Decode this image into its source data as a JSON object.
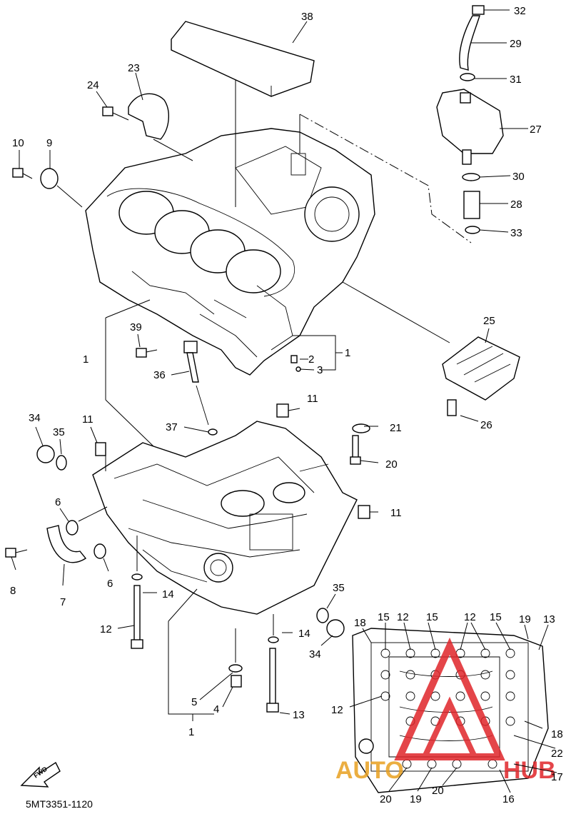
{
  "diagram": {
    "drawing_code": "5MT3351-1120",
    "fwd_label": "FWD",
    "watermark": {
      "text_left": "AUTO",
      "text_right": "HUB",
      "color": "#e0252a"
    },
    "callouts": [
      {
        "id": "c1",
        "text": "32"
      },
      {
        "id": "c2",
        "text": "29"
      },
      {
        "id": "c3",
        "text": "31"
      },
      {
        "id": "c4",
        "text": "27"
      },
      {
        "id": "c5",
        "text": "30"
      },
      {
        "id": "c6",
        "text": "28"
      },
      {
        "id": "c7",
        "text": "33"
      },
      {
        "id": "c8",
        "text": "38"
      },
      {
        "id": "c9",
        "text": "23"
      },
      {
        "id": "c10",
        "text": "24"
      },
      {
        "id": "c11",
        "text": "10"
      },
      {
        "id": "c12",
        "text": "9"
      },
      {
        "id": "c13",
        "text": "25"
      },
      {
        "id": "c14",
        "text": "26"
      },
      {
        "id": "c15",
        "text": "39"
      },
      {
        "id": "c16",
        "text": "36"
      },
      {
        "id": "c17",
        "text": "2"
      },
      {
        "id": "c18",
        "text": "3"
      },
      {
        "id": "c19",
        "text": "1"
      },
      {
        "id": "c20",
        "text": "1"
      },
      {
        "id": "c21",
        "text": "37"
      },
      {
        "id": "c22",
        "text": "11"
      },
      {
        "id": "c23",
        "text": "11"
      },
      {
        "id": "c24",
        "text": "21"
      },
      {
        "id": "c25",
        "text": "20"
      },
      {
        "id": "c26",
        "text": "11"
      },
      {
        "id": "c27",
        "text": "34"
      },
      {
        "id": "c28",
        "text": "35"
      },
      {
        "id": "c29",
        "text": "6"
      },
      {
        "id": "c30",
        "text": "8"
      },
      {
        "id": "c31",
        "text": "7"
      },
      {
        "id": "c32",
        "text": "6"
      },
      {
        "id": "c33",
        "text": "14"
      },
      {
        "id": "c34",
        "text": "12"
      },
      {
        "id": "c35",
        "text": "35"
      },
      {
        "id": "c36",
        "text": "34"
      },
      {
        "id": "c37",
        "text": "14"
      },
      {
        "id": "c38",
        "text": "5"
      },
      {
        "id": "c39",
        "text": "4"
      },
      {
        "id": "c40",
        "text": "13"
      },
      {
        "id": "c41",
        "text": "1"
      },
      {
        "id": "d1",
        "text": "18"
      },
      {
        "id": "d2",
        "text": "15"
      },
      {
        "id": "d3",
        "text": "12"
      },
      {
        "id": "d4",
        "text": "15"
      },
      {
        "id": "d5",
        "text": "12"
      },
      {
        "id": "d6",
        "text": "15"
      },
      {
        "id": "d7",
        "text": "19"
      },
      {
        "id": "d8",
        "text": "13"
      },
      {
        "id": "d9",
        "text": "12"
      },
      {
        "id": "d10",
        "text": "18"
      },
      {
        "id": "d11",
        "text": "22"
      },
      {
        "id": "d12",
        "text": "17"
      },
      {
        "id": "d13",
        "text": "20"
      },
      {
        "id": "d14",
        "text": "19"
      },
      {
        "id": "d15",
        "text": "20"
      },
      {
        "id": "d16",
        "text": "16"
      }
    ]
  }
}
